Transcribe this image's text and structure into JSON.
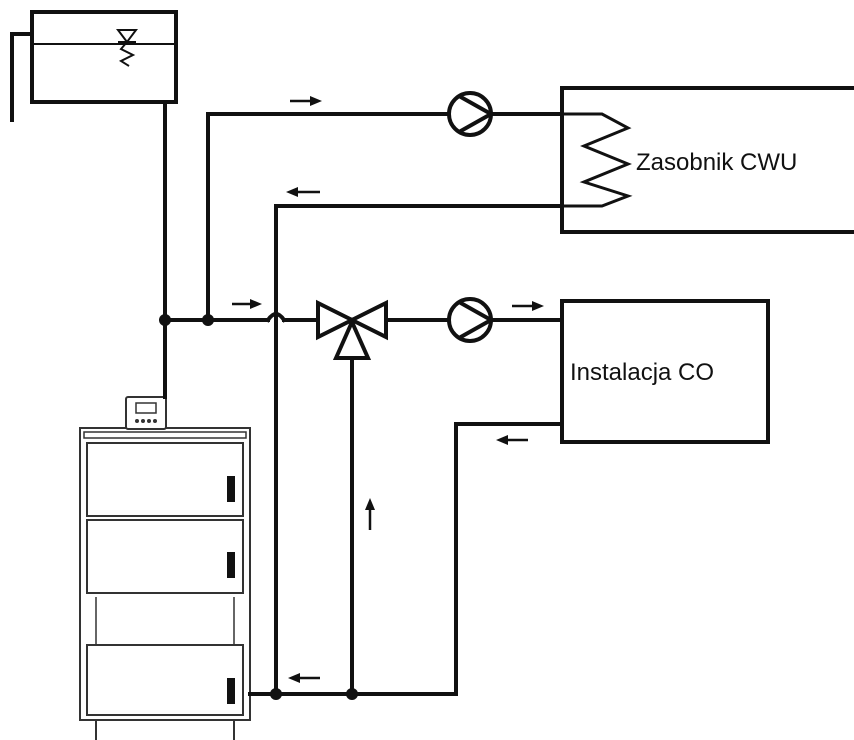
{
  "labels": {
    "dhw_tank": "Zasobnik CWU",
    "heating_installation": "Instalacja CO"
  },
  "colors": {
    "line": "#111111",
    "background": "#ffffff"
  },
  "components": {
    "expansion_tank": "open-expansion-tank",
    "boiler": "boiler",
    "controller": "boiler-controller",
    "pump_dhw": "circulation-pump",
    "pump_co": "circulation-pump",
    "mixing_valve": "three-way-valve"
  }
}
